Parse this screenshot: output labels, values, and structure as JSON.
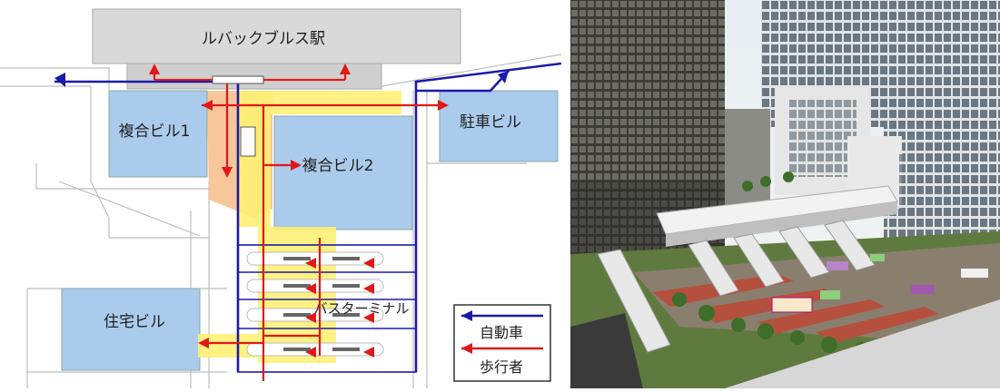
{
  "diagram": {
    "station_label": "ルバックブルス駅",
    "buildings": {
      "complex1": "複合ビル1",
      "complex2": "複合ビル2",
      "parking": "駐車ビル",
      "residential": "住宅ビル"
    },
    "bus_terminal_label": "バスターミナル",
    "legend": {
      "car": "自動車",
      "pedestrian": "歩行者"
    },
    "colors": {
      "building_fill": "#aacbeb",
      "station_fill": "#d9d9d9",
      "pedestrian_zone": "#fff176",
      "plaza": "#f7c79a",
      "car_route": "#1a1aa8",
      "pedestrian_route": "#e01818"
    }
  },
  "rendering": {
    "description_icon": "architectural-rendering-image"
  }
}
